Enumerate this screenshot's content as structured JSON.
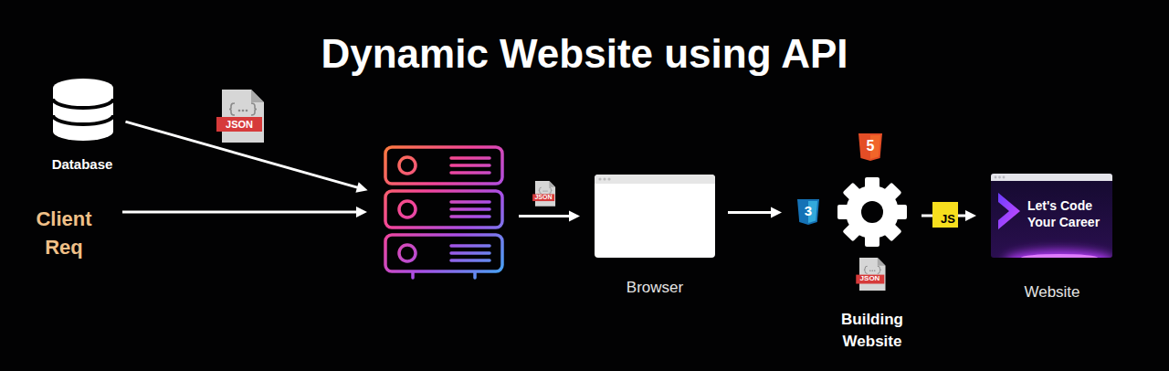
{
  "diagram": {
    "title": "Dynamic Website using API",
    "nodes": [
      {
        "text": [
          "Database"
        ]
      },
      {
        "text": [
          "Client Req"
        ]
      },
      {
        "text": []
      },
      {
        "text": [
          "Browser"
        ]
      },
      {
        "text": [
          "Building Website"
        ]
      },
      {
        "text": [
          "Let's Code Your Career",
          "Website"
        ]
      }
    ],
    "edges": [
      {
        "from": 0,
        "to": 2,
        "arrow": "to"
      },
      {
        "from": 1,
        "to": 2,
        "arrow": "to"
      },
      {
        "from": 2,
        "to": 3,
        "arrow": "to"
      },
      {
        "from": 3,
        "to": 4,
        "arrow": "to"
      },
      {
        "from": 4,
        "to": 5,
        "arrow": "to"
      }
    ],
    "labels": [
      "JSON",
      "JSON",
      "5",
      "3",
      "JSON",
      "JS"
    ]
  }
}
